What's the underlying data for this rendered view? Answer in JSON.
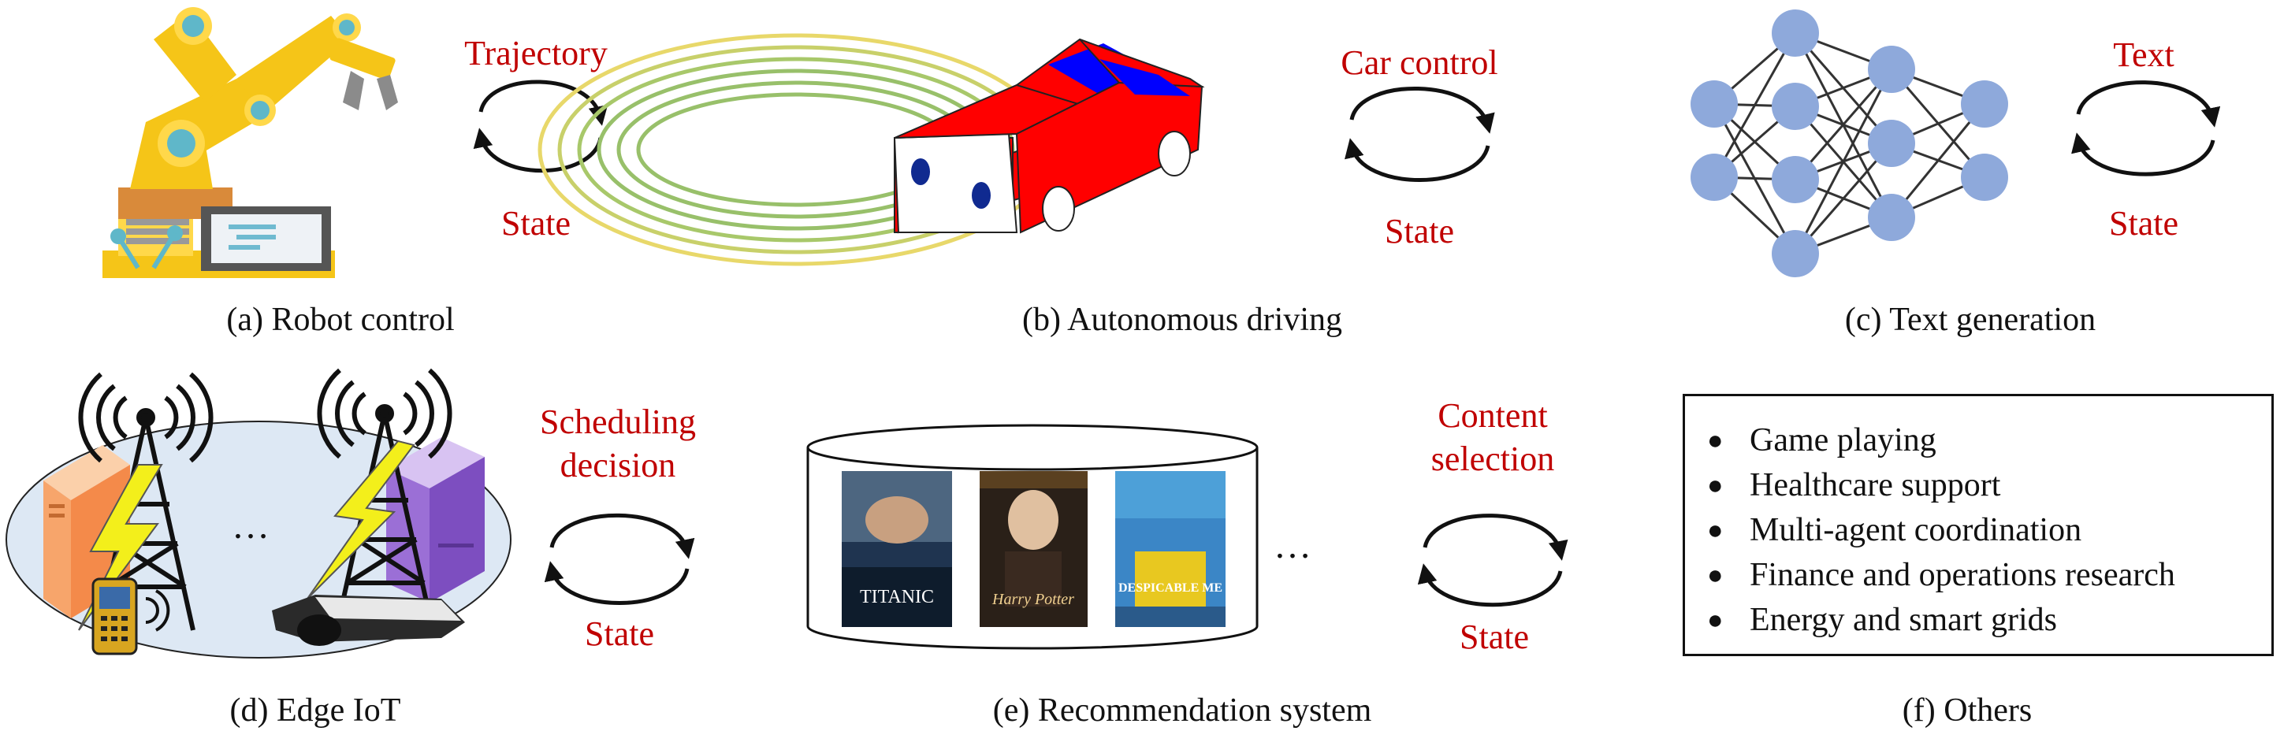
{
  "panels": {
    "a": {
      "caption": "(a) Robot control",
      "top_label": "Trajectory",
      "bottom_label": "State"
    },
    "b": {
      "caption": "(b) Autonomous driving",
      "top_label": "Car control",
      "bottom_label": "State"
    },
    "c": {
      "caption": "(c) Text generation",
      "top_label": "Text",
      "bottom_label": "State"
    },
    "d": {
      "caption": "(d) Edge IoT",
      "top_label_1": "Scheduling",
      "top_label_2": "decision",
      "bottom_label": "State",
      "ellipsis": "…"
    },
    "e": {
      "caption": "(e) Recommendation system",
      "top_label_1": "Content",
      "top_label_2": "selection",
      "bottom_label": "State",
      "ellipsis": "…",
      "posters": [
        {
          "title": "TITANIC"
        },
        {
          "title": "Harry Potter"
        },
        {
          "title": "DESPICABLE ME"
        }
      ]
    },
    "f": {
      "caption": "(f) Others",
      "items": [
        "Game playing",
        "Healthcare support",
        "Multi-agent coordination",
        "Finance and operations research",
        "Energy and smart grids"
      ]
    }
  },
  "colors": {
    "label_red": "#c00000",
    "neuron": "#8ea9db",
    "car_red": "#ff0000",
    "car_blue": "#0000ff",
    "robot_yellow": "#f5c518",
    "teal": "#5fb7c9",
    "iot_bg": "#dde8f4",
    "lightning": "#f3ef1b",
    "server_orange": "#f7a56b",
    "server_purple": "#9b6fd6"
  },
  "icons": [
    "robot-arm-icon",
    "car-icon",
    "neural-network-icon",
    "cell-tower-icon",
    "server-icon",
    "phone-icon",
    "vr-headset-icon",
    "movie-poster-icon",
    "cycle-arrow-icon"
  ]
}
